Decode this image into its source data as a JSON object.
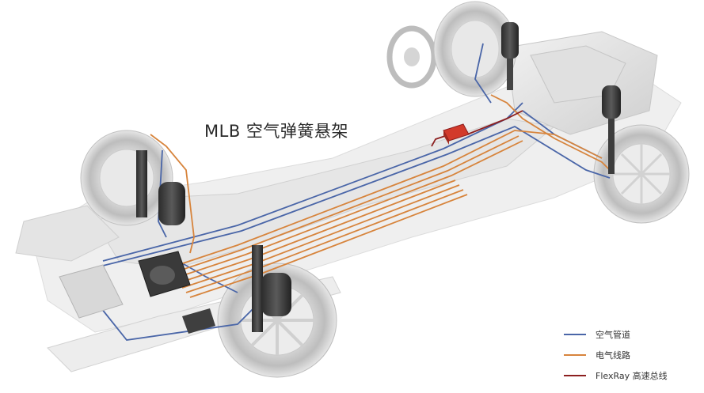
{
  "title": "MLB 空气弹簧悬架",
  "legend": [
    {
      "label": "空气管道",
      "color": "#4a66a8"
    },
    {
      "label": "电气线路",
      "color": "#d7843c"
    },
    {
      "label": "FlexRay 高速总线",
      "color": "#8c1f1f"
    }
  ],
  "colors": {
    "air": "#4a66a8",
    "electrical": "#d7843c",
    "flexray": "#8c1f1f",
    "module": "#d23a2b"
  }
}
